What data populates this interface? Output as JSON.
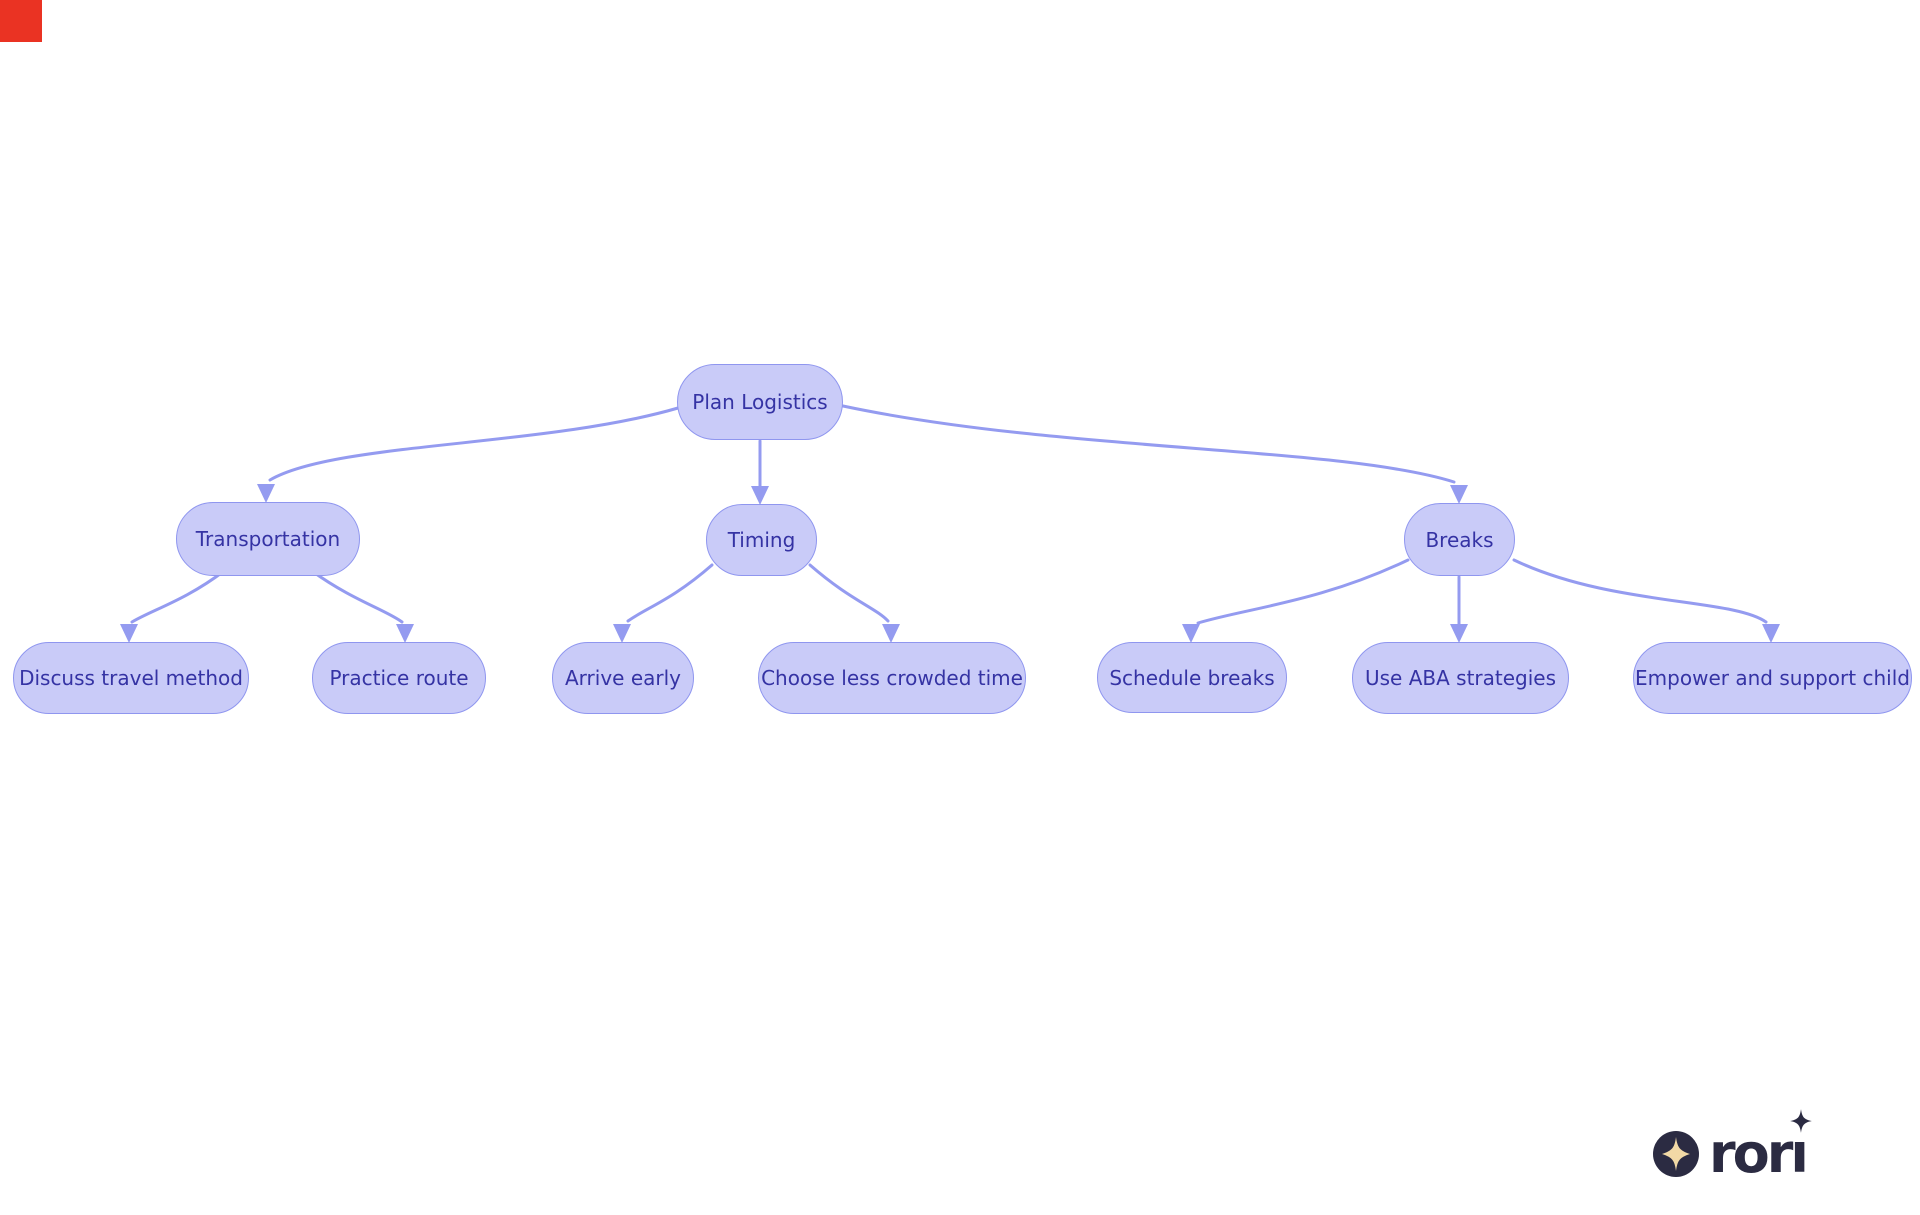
{
  "background_color": "#ffffff",
  "screen_marker": {
    "color": "#ea3323"
  },
  "diagram": {
    "type": "flowchart-tree",
    "node_fill_color": "#c9cbf8",
    "node_border_color": "#8f96ef",
    "edge_color": "#949bf0",
    "node_text_color": "#3533a4",
    "nodes": [
      {
        "id": "plan-logistics",
        "label": "Plan Logistics"
      },
      {
        "id": "transportation",
        "label": "Transportation"
      },
      {
        "id": "timing",
        "label": "Timing"
      },
      {
        "id": "breaks",
        "label": "Breaks"
      },
      {
        "id": "discuss-travel-method",
        "label": "Discuss travel method"
      },
      {
        "id": "practice-route",
        "label": "Practice route"
      },
      {
        "id": "arrive-early",
        "label": "Arrive early"
      },
      {
        "id": "choose-less-crowded-time",
        "label": "Choose less crowded time"
      },
      {
        "id": "schedule-breaks",
        "label": "Schedule breaks"
      },
      {
        "id": "use-aba-strategies",
        "label": "Use ABA strategies"
      },
      {
        "id": "empower-and-support-child",
        "label": "Empower and support child"
      }
    ],
    "edges": [
      {
        "from": "plan-logistics",
        "to": "transportation"
      },
      {
        "from": "plan-logistics",
        "to": "timing"
      },
      {
        "from": "plan-logistics",
        "to": "breaks"
      },
      {
        "from": "transportation",
        "to": "discuss-travel-method"
      },
      {
        "from": "transportation",
        "to": "practice-route"
      },
      {
        "from": "timing",
        "to": "arrive-early"
      },
      {
        "from": "timing",
        "to": "choose-less-crowded-time"
      },
      {
        "from": "breaks",
        "to": "schedule-breaks"
      },
      {
        "from": "breaks",
        "to": "use-aba-strategies"
      },
      {
        "from": "breaks",
        "to": "empower-and-support-child"
      }
    ]
  },
  "logo": {
    "text": "rori",
    "navy_color": "#2b2b42",
    "star_color": "#f2d9a6"
  }
}
